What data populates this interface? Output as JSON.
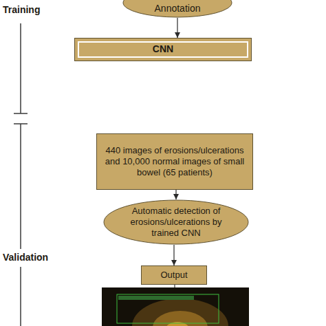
{
  "diagram": {
    "nodes": [
      {
        "text": [
          "Annotation"
        ]
      },
      {
        "text": [
          "CNN"
        ]
      },
      {
        "text": [
          "440 images of erosions/ulcerations and 10,000 normal images of small bowel (65 patients)"
        ]
      },
      {
        "text": [
          "Automatic detection of erosions/ulcerations by trained CNN"
        ]
      },
      {
        "text": [
          "Output"
        ]
      }
    ],
    "edges": [
      {
        "from": 0,
        "to": 1,
        "arrow": "to"
      },
      {
        "from": 2,
        "to": 3,
        "arrow": "to"
      },
      {
        "from": 3,
        "to": 4,
        "arrow": "to"
      }
    ],
    "labels": [
      "Training",
      "Validation"
    ]
  }
}
